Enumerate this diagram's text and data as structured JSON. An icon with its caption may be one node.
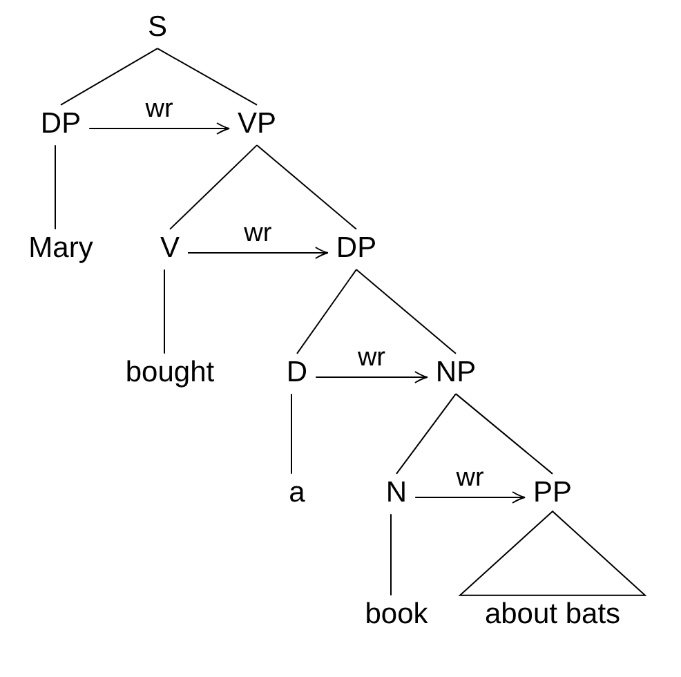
{
  "diagram": {
    "nodes": [
      {
        "text": [
          "S"
        ]
      },
      {
        "text": [
          "DP"
        ]
      },
      {
        "text": [
          "VP"
        ]
      },
      {
        "text": [
          "Mary"
        ]
      },
      {
        "text": [
          "V"
        ]
      },
      {
        "text": [
          "DP"
        ]
      },
      {
        "text": [
          "bought"
        ]
      },
      {
        "text": [
          "D"
        ]
      },
      {
        "text": [
          "NP"
        ]
      },
      {
        "text": [
          "a"
        ]
      },
      {
        "text": [
          "N"
        ]
      },
      {
        "text": [
          "PP"
        ]
      },
      {
        "text": [
          "book"
        ]
      },
      {
        "text": [
          "about bats"
        ]
      }
    ],
    "edges": [
      {
        "from": 0,
        "to": 1,
        "arrow": "none"
      },
      {
        "from": 0,
        "to": 2,
        "arrow": "none"
      },
      {
        "from": 1,
        "to": 2,
        "arrow": "to",
        "label": "wr"
      },
      {
        "from": 1,
        "to": 3,
        "arrow": "none"
      },
      {
        "from": 2,
        "to": 4,
        "arrow": "none"
      },
      {
        "from": 2,
        "to": 5,
        "arrow": "none"
      },
      {
        "from": 4,
        "to": 5,
        "arrow": "to",
        "label": "wr"
      },
      {
        "from": 4,
        "to": 6,
        "arrow": "none"
      },
      {
        "from": 5,
        "to": 7,
        "arrow": "none"
      },
      {
        "from": 5,
        "to": 8,
        "arrow": "none"
      },
      {
        "from": 7,
        "to": 8,
        "arrow": "to",
        "label": "wr"
      },
      {
        "from": 7,
        "to": 9,
        "arrow": "none"
      },
      {
        "from": 8,
        "to": 10,
        "arrow": "none"
      },
      {
        "from": 8,
        "to": 11,
        "arrow": "none"
      },
      {
        "from": 10,
        "to": 11,
        "arrow": "to",
        "label": "wr"
      },
      {
        "from": 10,
        "to": 12,
        "arrow": "none"
      },
      {
        "from": 11,
        "to": 13,
        "arrow": "none"
      }
    ]
  }
}
